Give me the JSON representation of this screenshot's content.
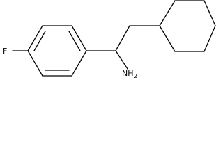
{
  "molecule": {
    "atoms": {
      "fluorine": "F",
      "amine_main": "NH",
      "amine_sub": "2"
    }
  }
}
